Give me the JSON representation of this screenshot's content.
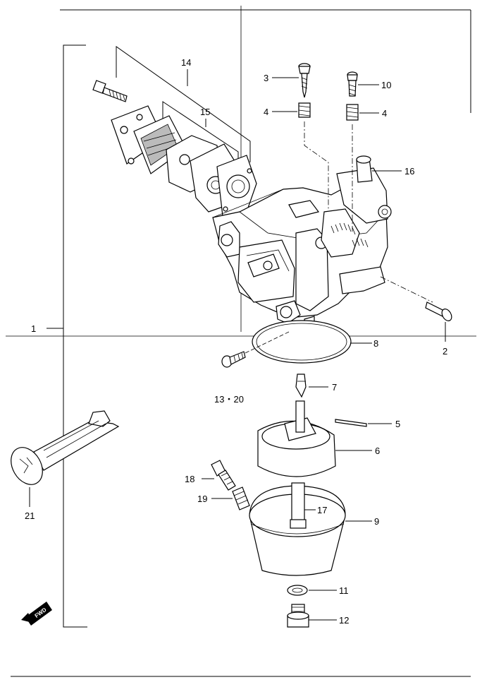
{
  "callouts": {
    "c1": "1",
    "c2": "2",
    "c3": "3",
    "c4a": "4",
    "c4b": "4",
    "c5": "5",
    "c6": "6",
    "c7": "7",
    "c8": "8",
    "c9": "9",
    "c10": "10",
    "c11": "11",
    "c12": "12",
    "c13_20": "13・20",
    "c14": "14",
    "c15": "15",
    "c16": "16",
    "c17": "17",
    "c18": "18",
    "c19": "19",
    "c21": "21"
  },
  "direction_badge": "FWD"
}
